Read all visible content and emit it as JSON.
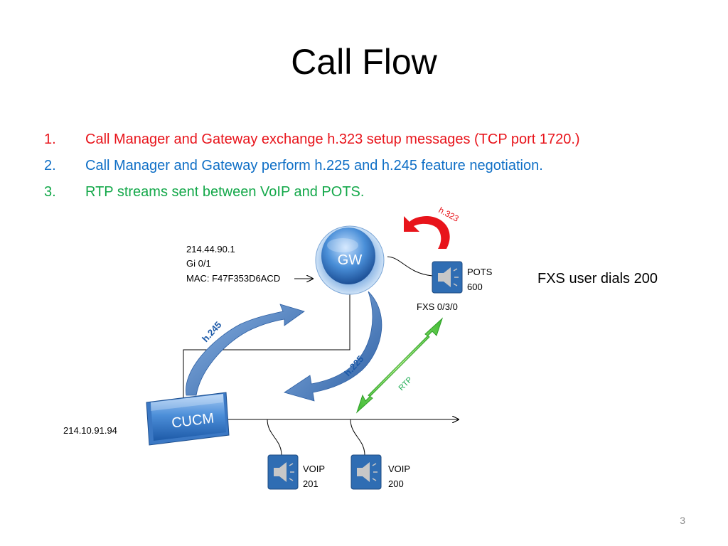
{
  "title": "Call Flow",
  "steps": [
    {
      "number": "1.",
      "text": "Call Manager and Gateway exchange h.323 setup messages (TCP port 1720.)",
      "color": "#e8141b"
    },
    {
      "number": "2.",
      "text": "Call Manager and Gateway perform h.225 and h.245 feature negotiation.",
      "color": "#0f6fc6"
    },
    {
      "number": "3.",
      "text": "RTP streams sent between VoIP and POTS.",
      "color": "#14a84a"
    }
  ],
  "diagram": {
    "gateway": {
      "label": "GW",
      "ip": "214.44.90.1",
      "interface": "Gi 0/1",
      "mac": "MAC: F47F353D6ACD"
    },
    "cucm": {
      "label": "CUCM",
      "ip": "214.10.91.94"
    },
    "pots_phone": {
      "label_line1": "POTS",
      "label_line2": "600",
      "port": "FXS 0/3/0"
    },
    "voip_phones": [
      {
        "label_line1": "VOIP",
        "label_line2": "201"
      },
      {
        "label_line1": "VOIP",
        "label_line2": "200"
      }
    ],
    "protocols": {
      "h323": "h.323",
      "h245": "h.245",
      "h225": "h.225",
      "rtp": "RTP"
    },
    "note": "FXS user dials 200"
  },
  "slide_number": "3"
}
